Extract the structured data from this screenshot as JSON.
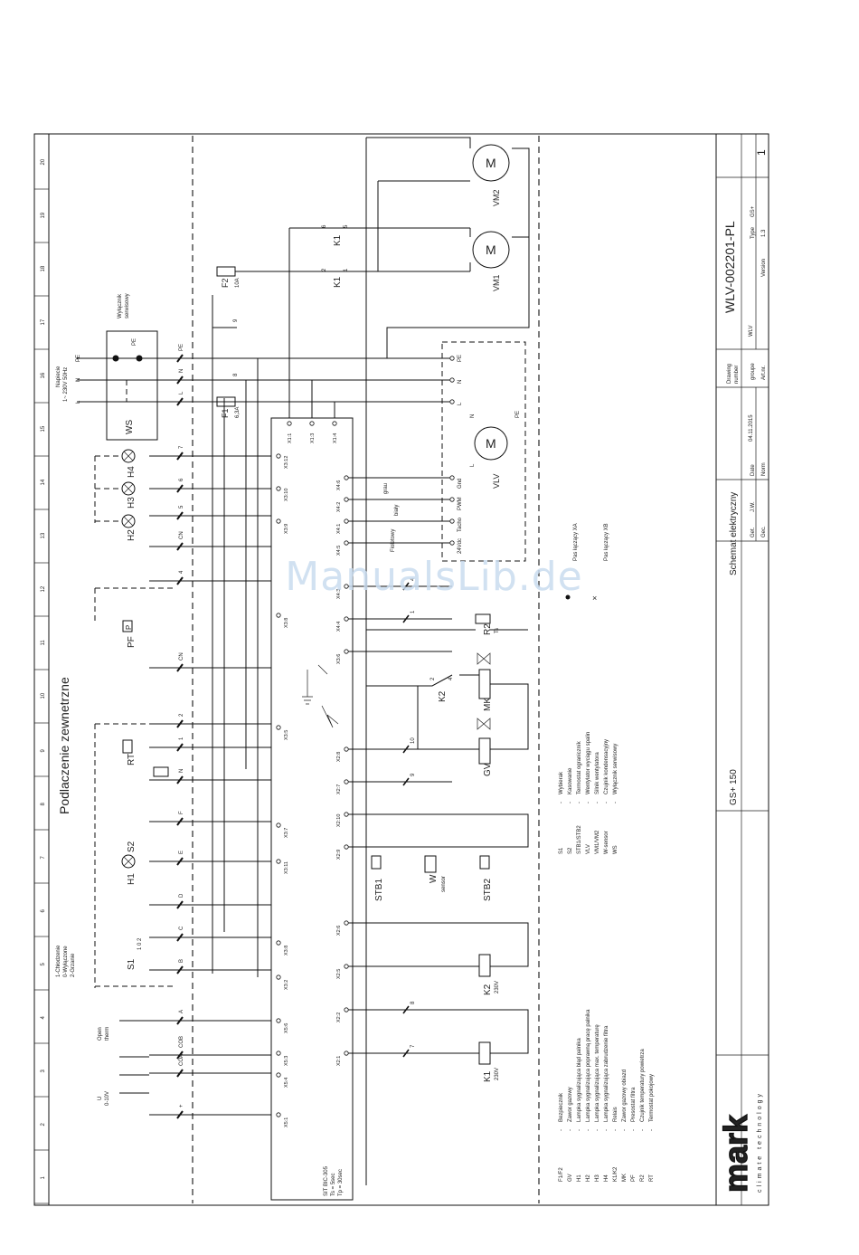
{
  "diagram_title": "Podlaczenie zewnetrzne",
  "scheme_title": "Schemat elektryczny",
  "model": "GS+ 150",
  "drawing_number": "WLV-002201-PL",
  "sheet_no": "1",
  "titleblock": {
    "drawing": "Drawing",
    "number": "number",
    "groupe_label": "groupe",
    "groupe_val": "WLV",
    "type_label": "Type",
    "type_val": "GS+",
    "version_label": "Version",
    "version_val": "1.3",
    "artnr_label": "Art.nr.",
    "date_label": "Date",
    "date_val": "04.11.2015",
    "norm_label": "Norm",
    "get_label": "Get.",
    "get_val": "J.W.",
    "gec_label": "Gec."
  },
  "brand": {
    "name": "mark",
    "tagline": "climate technology"
  },
  "columns": [
    "1",
    "2",
    "3",
    "4",
    "5",
    "6",
    "7",
    "8",
    "9",
    "10",
    "11",
    "12",
    "13",
    "14",
    "15",
    "16",
    "17",
    "18",
    "19",
    "20"
  ],
  "supply": {
    "line1": "Napiecie",
    "line2": "1~ 230V 50Hz"
  },
  "service_switch": {
    "line1": "Wyłącznik",
    "line2": "serwisowy",
    "pe": "PE"
  },
  "terminals": [
    "+",
    "COA",
    "COB",
    "A",
    "B",
    "C",
    "D",
    "E",
    "F",
    "N",
    "1",
    "2",
    "CN",
    "4",
    "CN",
    "5",
    "6",
    "7",
    "L",
    "N",
    "PE"
  ],
  "mains": [
    "L",
    "N",
    "PE"
  ],
  "fuses": {
    "f1": "F1",
    "f1_val": "6,3A",
    "f2": "F2",
    "f2_val": "10A",
    "t8": "8",
    "t9": "9"
  },
  "relays": {
    "k1": "K1",
    "k1_a": "2",
    "k1_b": "1",
    "k1_c": "6",
    "k1_d": "5"
  },
  "motors": [
    "VM1",
    "VM2",
    "VLV"
  ],
  "motor_symbol": "M",
  "vlv_pins": [
    "N",
    "PE",
    "L"
  ],
  "vlv_terminals": [
    "PE",
    "N",
    "L",
    "Gnd",
    "PWM",
    "Tacho",
    "24Vdc"
  ],
  "wires": [
    "grau",
    "biały",
    "Fioletowy"
  ],
  "controller": {
    "name": "SIT BIC-305",
    "ts": "Ts = 5sec",
    "tp": "Tp = 30sec"
  },
  "x_left": [
    "X3:12",
    "X3:10",
    "X3:9",
    "X3:8",
    "X3:5",
    "X3:7",
    "X3:11",
    "X3:8",
    "X3:2",
    "X5:6",
    "X5:3",
    "X5:4",
    "X5:1"
  ],
  "x_top": [
    "X1:1",
    "X1:3",
    "X1:4"
  ],
  "x_right": [
    "X4:6",
    "X4:2",
    "X4:1",
    "X4:5",
    "X4:3",
    "X4:4",
    "X3:6",
    "X2:8",
    "X2:7",
    "X2:10",
    "X2:9",
    "X2:6",
    "X2:5",
    "X2:2",
    "X2:1"
  ],
  "right_marks": [
    "4",
    "1",
    "10",
    "9",
    "8",
    "7",
    "3"
  ],
  "left_components": {
    "h4": "H4",
    "h3": "H3",
    "h2": "H2",
    "h1": "H1",
    "ws": "WS",
    "pf": "PF",
    "p": "P",
    "rt": "RT",
    "s2": "S2",
    "s1": "S1",
    "s1_pos": "1 0 2",
    "s1_modes": [
      "1-Chłodzenie",
      "0-Wyłączone",
      "2-Grzanie"
    ],
    "open_therm": [
      "Open",
      "therm"
    ],
    "u_010": [
      "U",
      "0-10V"
    ]
  },
  "right_components": {
    "r2": "R2",
    "ts": "Ts",
    "mk": "MK",
    "gv": "GV",
    "k2": "K2",
    "k2_pins": [
      "2",
      "4"
    ],
    "stb1": "STB1",
    "stb2": "STB2",
    "w": "W",
    "sensor": "sensor",
    "k2_coil": "K2",
    "k2_v": "230V",
    "k1_coil": "K1",
    "k1_v": "230V"
  },
  "legend_strips": [
    "Pas łączący XA",
    "Pas łączący XB"
  ],
  "legend_a": [
    [
      "S1",
      "Wybierak"
    ],
    [
      "S2",
      "Kasowanie"
    ],
    [
      "STB1/STB2",
      "Termostat ograniczník"
    ],
    [
      "VLV",
      "Wentylator wyciągu spalin"
    ],
    [
      "VM1/VM2",
      "Silnik wentylatora"
    ],
    [
      "W-sensor",
      "Czujnik kondensacyjny"
    ],
    [
      "WS",
      "Wyłącznik serwisowy"
    ]
  ],
  "legend_b": [
    [
      "F1/F2",
      "Bezpiecznik"
    ],
    [
      "GV",
      "Zawor gazowy"
    ],
    [
      "H1",
      "Lampka sygnalizująca błąd palnika"
    ],
    [
      "H2",
      "Lampka sygnalizująca poprawną pracę palnika"
    ],
    [
      "H3",
      "Lampka sygnalizująca max. temperaturę"
    ],
    [
      "H4",
      "Lampka sygnalizująca zabrudzenie filtra"
    ],
    [
      "K1/K2",
      "Relais"
    ],
    [
      "MK",
      "Zawor gazowy obiazd"
    ],
    [
      "PF",
      "Presostat filtra"
    ],
    [
      "R2",
      "Czujnik temperatury powietrza"
    ],
    [
      "RT",
      "Termostat pokojowy"
    ]
  ],
  "watermark": "ManualsLib.de"
}
